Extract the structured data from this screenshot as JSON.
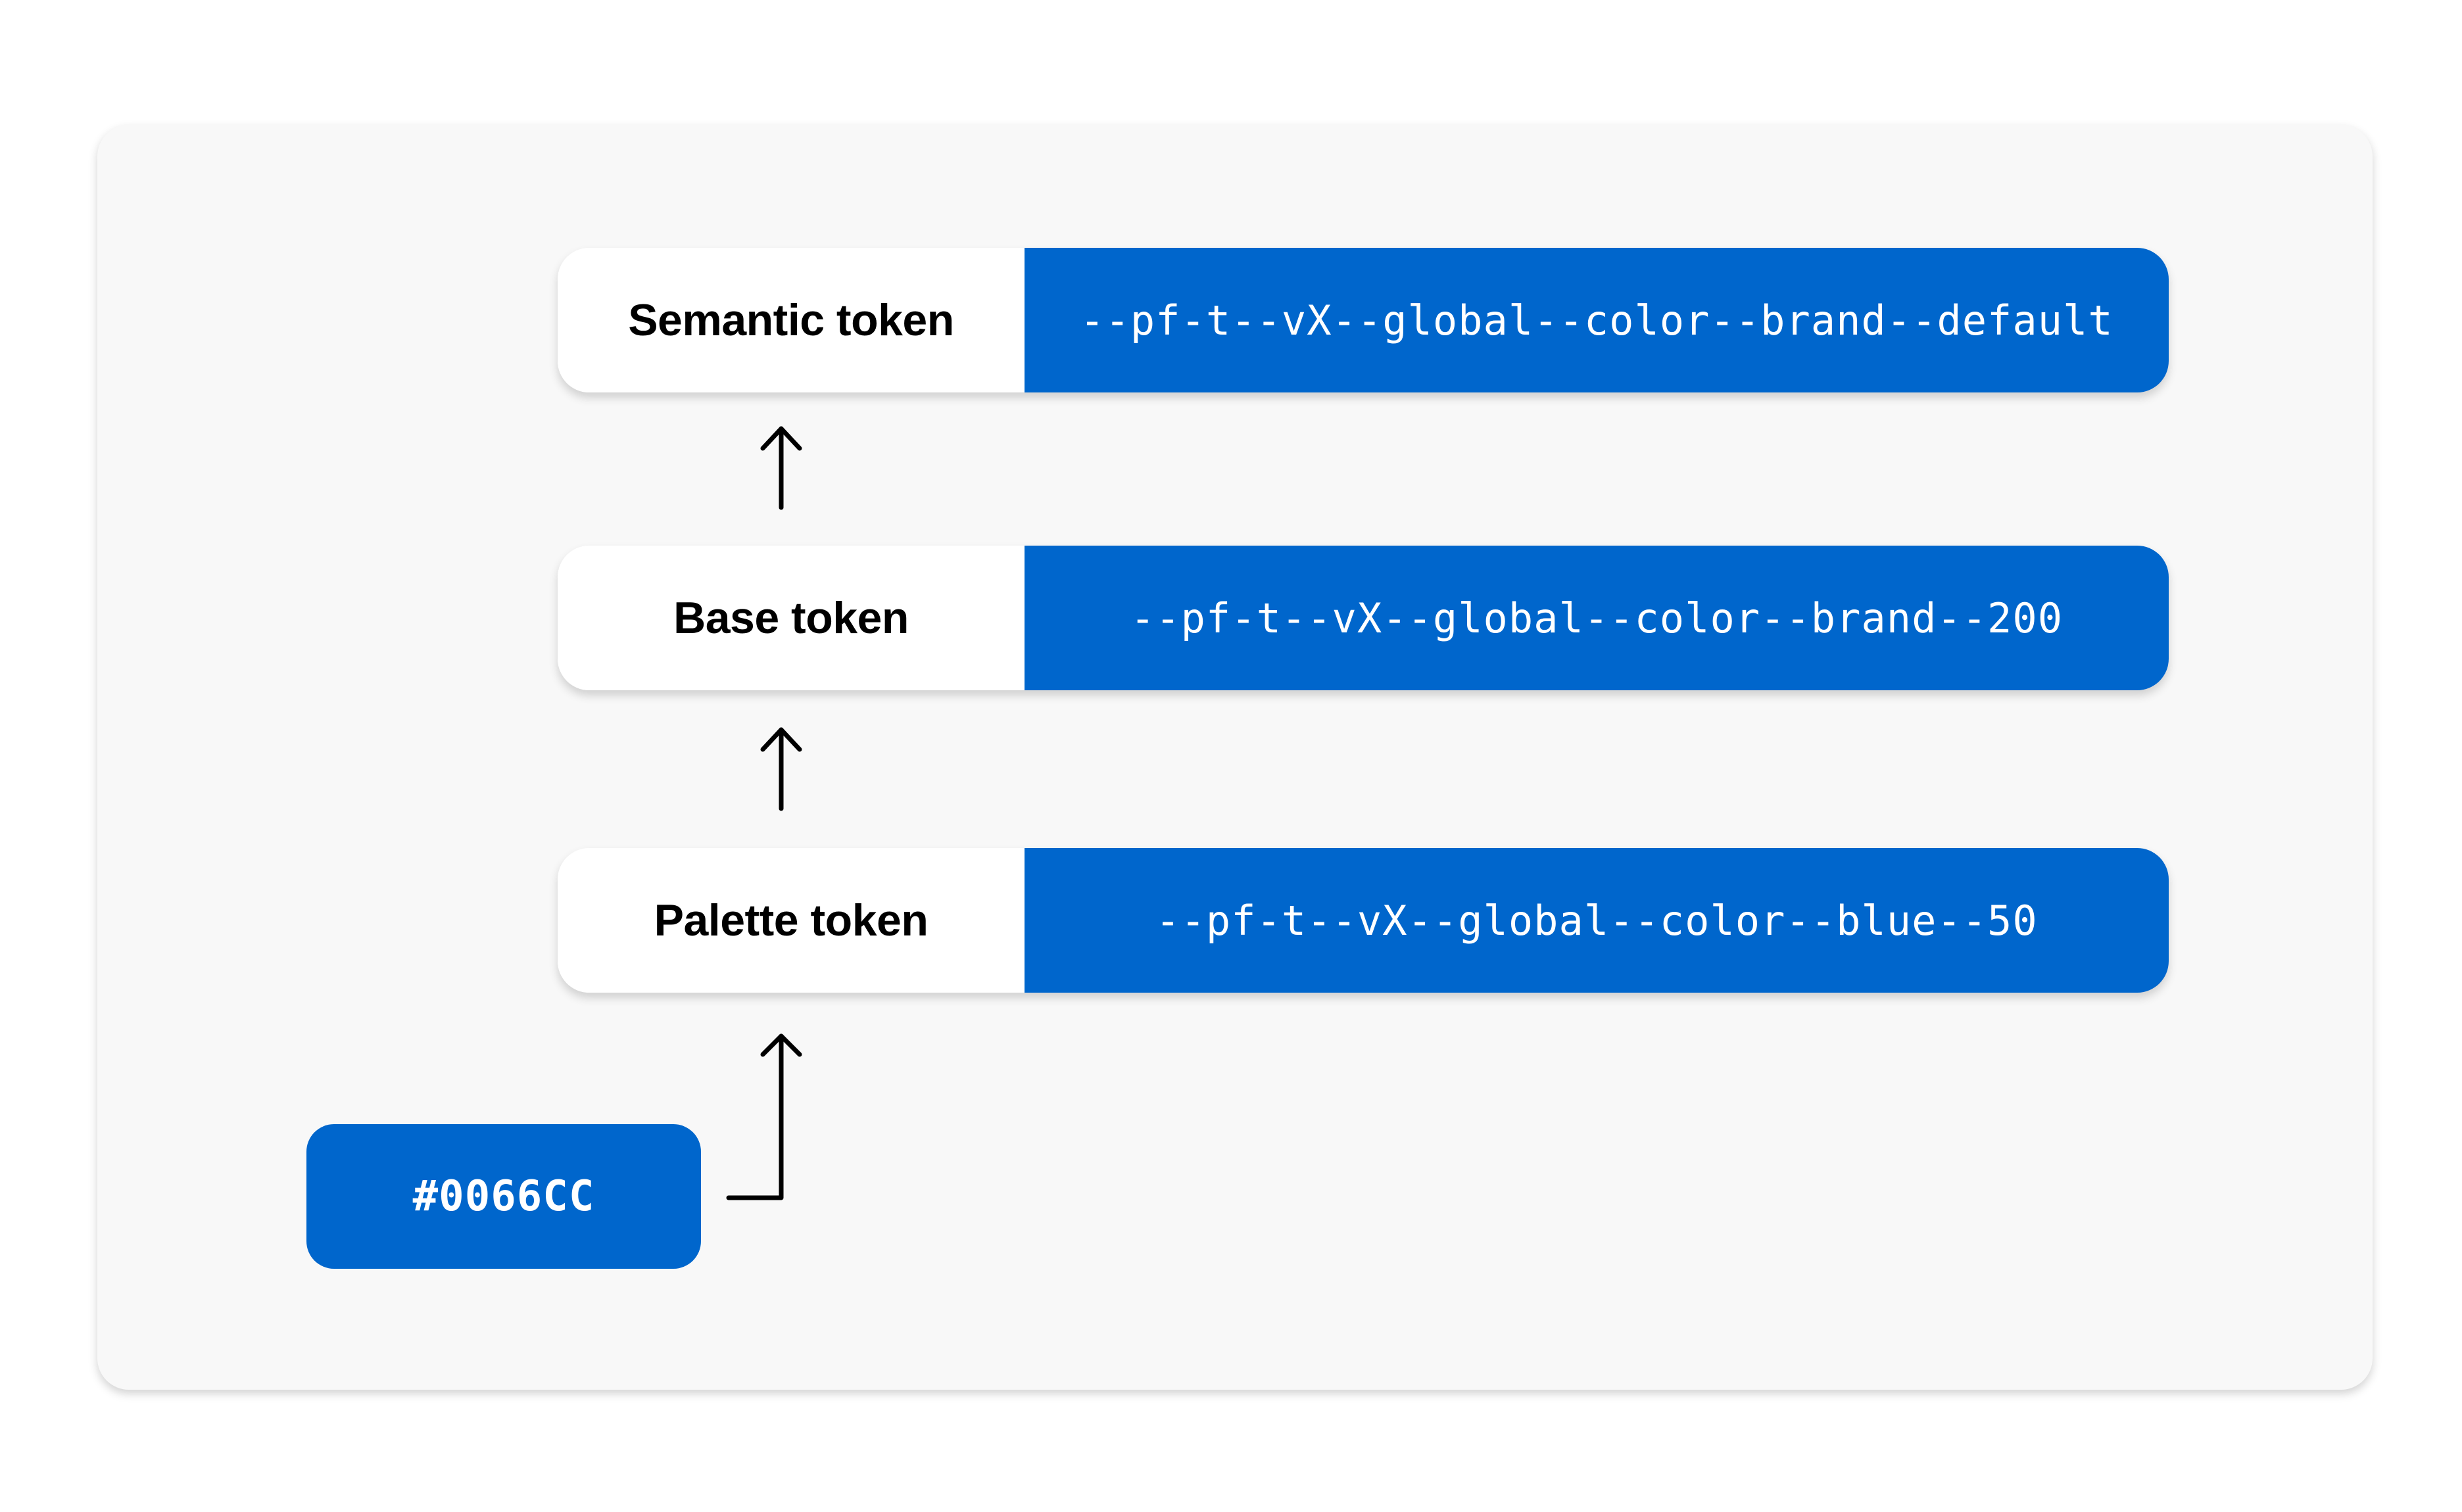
{
  "tokens": {
    "semantic": {
      "label": "Semantic token",
      "value": "--pf-t--vX--global--color--brand--default"
    },
    "base": {
      "label": "Base token",
      "value": "--pf-t--vX--global--color--brand--200"
    },
    "palette": {
      "label": "Palette token",
      "value": "--pf-t--vX--global--color--blue--50"
    }
  },
  "hex_chip": {
    "value": "#0066CC"
  },
  "colors": {
    "token_value_background": "#0066cc",
    "panel_background": "#f8f8f8",
    "label_background": "#ffffff",
    "arrow": "#000000"
  },
  "icons": [
    "arrow-up-icon",
    "arrow-up-icon",
    "elbow-arrow-up-icon"
  ]
}
